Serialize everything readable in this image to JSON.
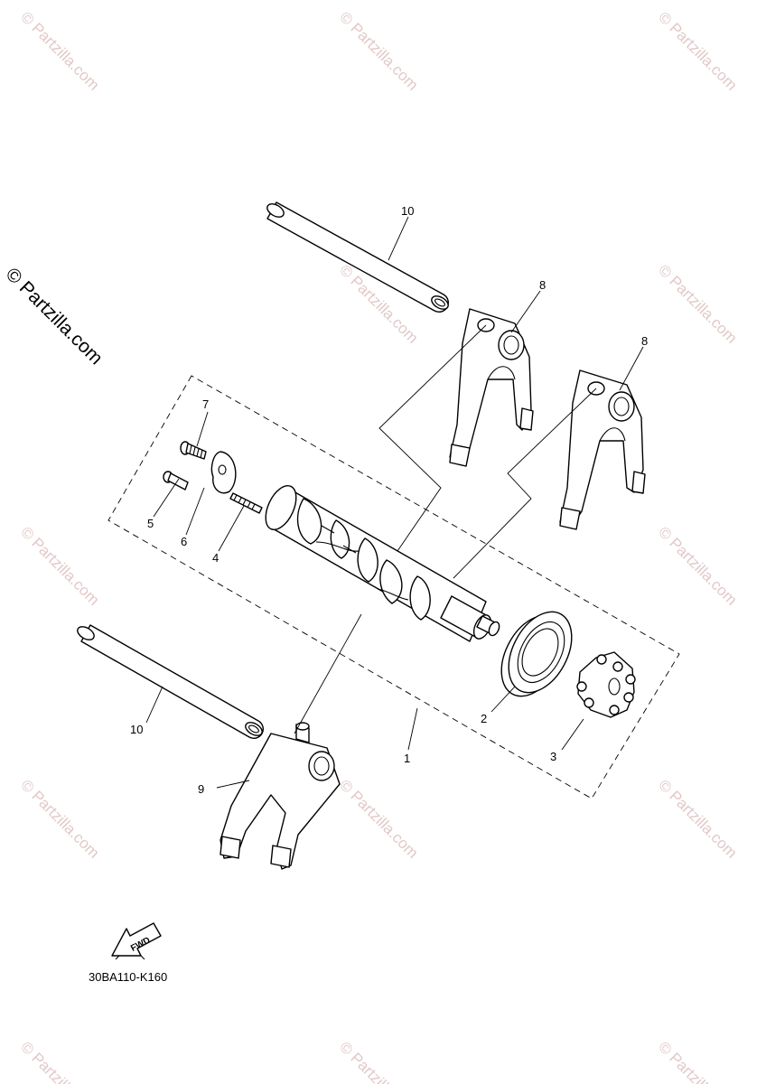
{
  "watermark": {
    "text": "© Partzilla.com",
    "color": "#e2c8c8"
  },
  "side_copyright": "© Partzilla.com",
  "callouts": {
    "shaft_top": "10",
    "fork_8a": "8",
    "fork_8b": "8",
    "screw_7": "7",
    "bolt_5": "5",
    "plate_6": "6",
    "pin_4": "4",
    "shaft_bottom": "10",
    "fork_9": "9",
    "drum_1": "1",
    "bearing_2": "2",
    "segment_3": "3"
  },
  "fwd_label": "FWD",
  "diagram_code": "30BA110-K160"
}
